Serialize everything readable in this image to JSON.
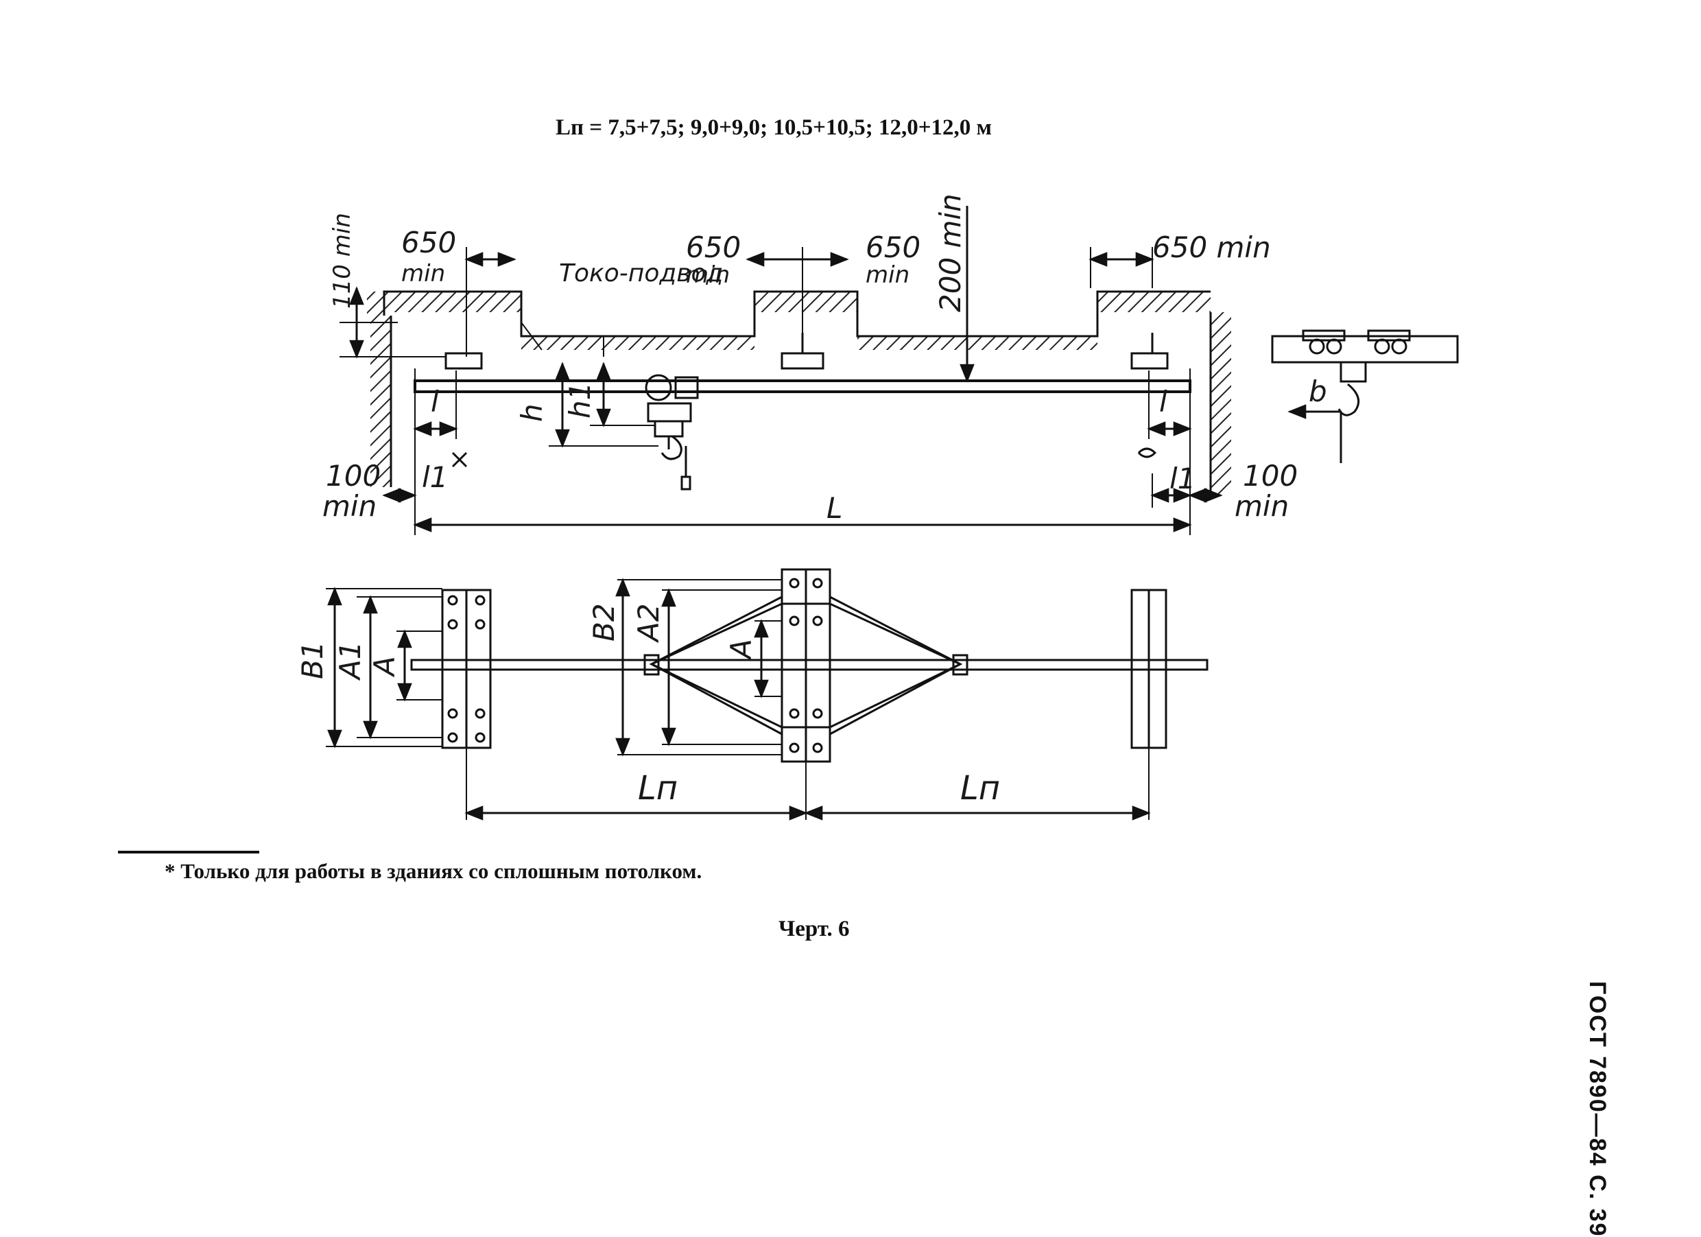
{
  "header": {
    "formula": "Lп = 7,5+7,5; 9,0+9,0; 10,5+10,5; 12,0+12,0 м"
  },
  "plan_view": {
    "dims": {
      "top_650_left": "650",
      "top_min_left": "min",
      "left_110": "110 min",
      "current_feed": "Токо-подвод",
      "mid_650_1": "650",
      "mid_min_1": "min",
      "mid_650_2": "650",
      "mid_min_2": "min",
      "height_200": "200 min",
      "right_650": "650 min",
      "h": "h",
      "h1": "h1",
      "l_left": "l",
      "l_right": "l",
      "l1_left": "l1",
      "l1_right": "l1",
      "clear_100_left": "100",
      "clear_min_left": "min",
      "clear_100_right": "100",
      "clear_min_right": "min",
      "span_L": "L",
      "b": "b"
    }
  },
  "bottom_view": {
    "dims": {
      "B1": "B1",
      "A1": "A1",
      "A_left": "A",
      "B2": "B2",
      "A2": "A2",
      "A_mid": "A",
      "Ln_left": "Lп",
      "Ln_right": "Lп"
    }
  },
  "footnote": "* Только для работы в зданиях со сплошным потолком.",
  "caption": "Черт. 6",
  "side_stamp": "ГОСТ 7890—84 С. 39"
}
